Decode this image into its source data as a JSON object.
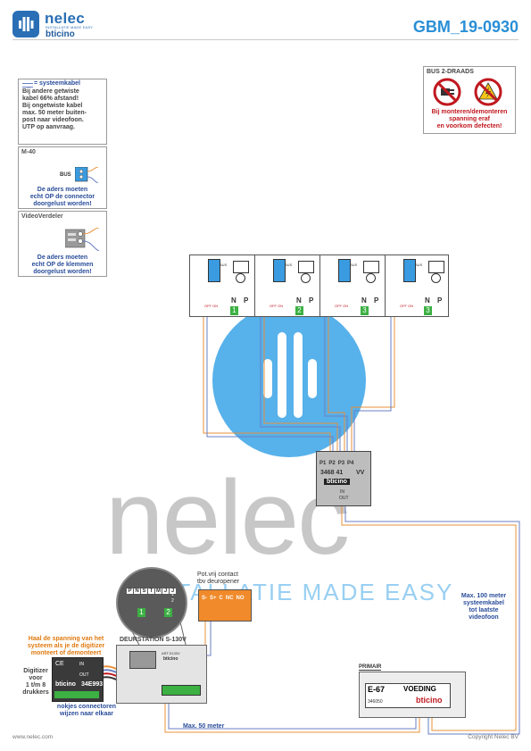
{
  "header": {
    "brand_name": "nelec",
    "brand_tagline": "INSTALLATIE MADE EASY",
    "brand_sub": "bticino",
    "doc_code": "GBM_19-0930"
  },
  "legend": {
    "system_cable_label": "= systeemkabel",
    "notes": [
      "Bij andere getwiste",
      "kabel 66% afstand!",
      "Bij ongetwiste kabel",
      "max. 50 meter buiten-",
      "post naar videofoon.",
      "UTP op aanvraag."
    ]
  },
  "m40": {
    "title": "M-40",
    "bus_label": "BUS",
    "note": [
      "De aders moeten",
      "echt OP de connector",
      "doorgelust worden!"
    ]
  },
  "videoverdeler": {
    "title": "VideoVerdeler",
    "note": [
      "De aders moeten",
      "echt OP de klemmen",
      "doorgelust worden!"
    ]
  },
  "warning": {
    "title": "BUS 2-DRAADS",
    "note": [
      "Bij monteren/demonteren",
      "spanning eraf",
      "en voorkom defecten!"
    ],
    "icons": [
      "no-plug-icon",
      "no-voltage-icon"
    ]
  },
  "monitors": [
    {
      "n_label": "N",
      "p_label": "P",
      "number": "1",
      "switch_label": "OFF ON",
      "bus_label": "BUS"
    },
    {
      "n_label": "N",
      "p_label": "P",
      "number": "2",
      "switch_label": "OFF ON",
      "bus_label": "BUS"
    },
    {
      "n_label": "N",
      "p_label": "P",
      "number": "3",
      "switch_label": "OFF ON",
      "bus_label": "BUS"
    },
    {
      "n_label": "N",
      "p_label": "P",
      "number": "3",
      "switch_label": "OFF ON",
      "bus_label": "BUS"
    }
  ],
  "distributor": {
    "ports": [
      "P1",
      "P2",
      "P3",
      "P4"
    ],
    "model": "3468 41",
    "vv_label": "VV",
    "brand": "bticino",
    "in_label": "IN",
    "out_label": "OUT"
  },
  "watermark": {
    "brand_name": "nelec",
    "tagline": "INSTALLATIE MADE EASY"
  },
  "magnifier": {
    "labels": [
      "P",
      "N",
      "S",
      "T",
      "M",
      "J",
      "J"
    ],
    "numbers": [
      "1",
      "2"
    ],
    "sub_numbers": [
      "1",
      "2"
    ]
  },
  "potfree": {
    "title": [
      "Pot.vrij contact",
      "tbv deuropener"
    ],
    "labels": [
      "S-",
      "S+",
      "C",
      "NC",
      "NO"
    ]
  },
  "door_station": {
    "title": "DEURSTATION S-130V",
    "model": "ART.S130V",
    "brand": "bticino",
    "note": [
      "Haal de spanning van het",
      "systeem als je de digitizer",
      "monteert of demonteert"
    ]
  },
  "digitizer": {
    "label": [
      "Digitizer",
      "voor",
      "1 t/m 8",
      "drukkers"
    ],
    "model": "34E993",
    "brand": "bticino",
    "in_label": "IN",
    "out_label": "OUT",
    "note": [
      "nokjes connectoren",
      "wijzen naar elkaar"
    ]
  },
  "power_supply": {
    "primary_label": "PRIMAIR",
    "model": "E-67",
    "title": "VOEDING",
    "code": "346050",
    "brand": "bticino"
  },
  "distances": {
    "max100": [
      "Max. 100 meter",
      "systeemkabel",
      "tot laatste",
      "videofoon"
    ],
    "max50": "Max. 50 meter"
  },
  "footer": {
    "left": "www.nelec.com",
    "right": "Copyright Nelec BV"
  },
  "colors": {
    "brand_blue": "#2a6fb5",
    "title_blue": "#2a8fd6",
    "note_blue": "#2a4d9a",
    "warning_red": "#c0181f",
    "note_orange": "#e07a10",
    "wire_orange": "#e8903a",
    "wire_blue": "#6a7fc4",
    "watermark_circle": "#45a8e8"
  }
}
